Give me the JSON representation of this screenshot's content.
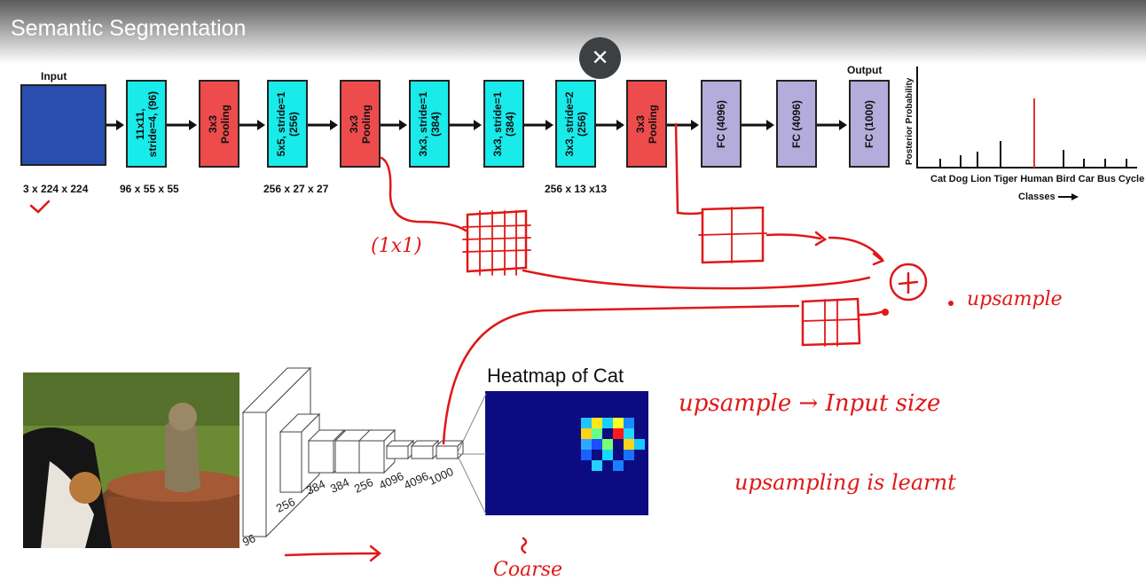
{
  "header": {
    "title": "Semantic Segmentation",
    "close_icon": "close-icon"
  },
  "network": {
    "input_label": "Input",
    "output_label": "Output",
    "layers": [
      {
        "text": "11x11,\nstride=4, (96)",
        "kind": "conv",
        "color": "#19eaea"
      },
      {
        "text": "3x3\nPooling",
        "kind": "pool",
        "color": "#ee4c4c"
      },
      {
        "text": "5x5, stride=1\n(256)",
        "kind": "conv",
        "color": "#19eaea"
      },
      {
        "text": "3x3\nPooling",
        "kind": "pool",
        "color": "#ee4c4c"
      },
      {
        "text": "3x3, stride=1\n(384)",
        "kind": "conv",
        "color": "#19eaea"
      },
      {
        "text": "3x3, stride=1\n(384)",
        "kind": "conv",
        "color": "#19eaea"
      },
      {
        "text": "3x3, stride=2\n(256)",
        "kind": "conv",
        "color": "#19eaea"
      },
      {
        "text": "3x3\nPooling",
        "kind": "pool",
        "color": "#ee4c4c"
      },
      {
        "text": "FC (4096)",
        "kind": "fc",
        "color": "#b4addb"
      },
      {
        "text": "FC (4096)",
        "kind": "fc",
        "color": "#b4addb"
      },
      {
        "text": "FC (1000)",
        "kind": "fc",
        "color": "#b4addb"
      }
    ],
    "input_color": "#2a4db0",
    "dims": [
      "3 x 224 x 224",
      "96 x 55 x 55",
      "256 x 27 x 27",
      "256 x 13 x13"
    ]
  },
  "posterior": {
    "ylabel": "Posterior Probability",
    "categories": [
      "Cat",
      "Dog",
      "Lion",
      "Tiger",
      "Human",
      "Bird",
      "Car",
      "Bus",
      "Cycle"
    ],
    "categories_text": "Cat Dog Lion Tiger Human Bird Car Bus Cycle",
    "xlabel": "Classes"
  },
  "fcn": {
    "channels": [
      "96",
      "256",
      "384",
      "384",
      "256",
      "4096",
      "4096",
      "1000"
    ],
    "heatmap_title": "Heatmap of Cat"
  },
  "annotations": {
    "one_by_one": "(1x1)",
    "upsample": "upsample",
    "upsample_input": "upsample → Input size",
    "learnt": "upsampling is learnt",
    "coarse": "Coarse"
  }
}
